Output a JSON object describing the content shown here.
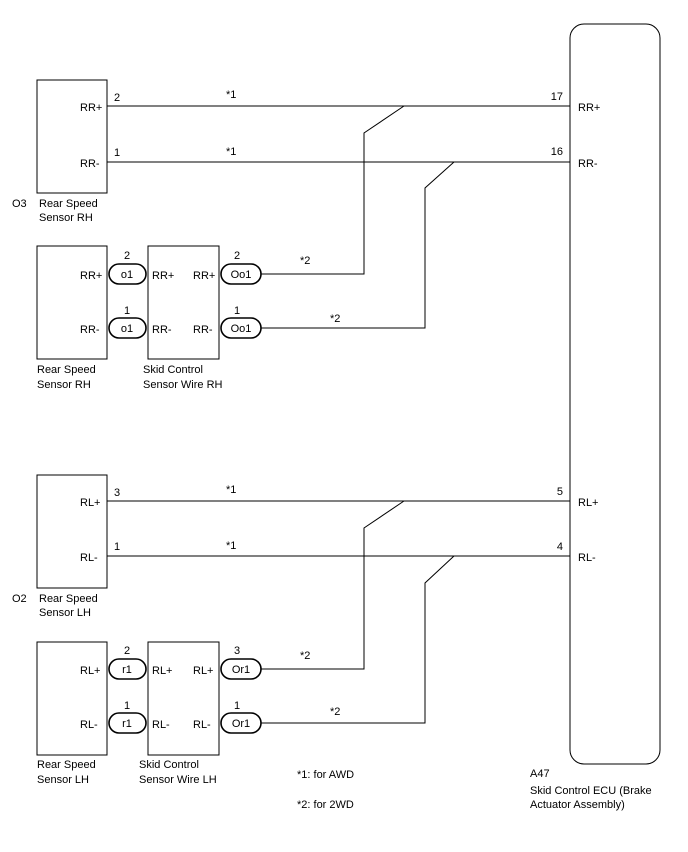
{
  "ecu": {
    "code": "A47",
    "name_line1": "Skid Control ECU (Brake",
    "name_line2": "Actuator Assembly)",
    "pins": {
      "rr_plus": {
        "num": "17",
        "label": "RR+"
      },
      "rr_minus": {
        "num": "16",
        "label": "RR-"
      },
      "rl_plus": {
        "num": "5",
        "label": "RL+"
      },
      "rl_minus": {
        "num": "4",
        "label": "RL-"
      }
    }
  },
  "sensor_o3": {
    "code": "O3",
    "name_line1": "Rear Speed",
    "name_line2": "Sensor RH",
    "pin_plus": {
      "label": "RR+",
      "num": "2"
    },
    "pin_minus": {
      "label": "RR-",
      "num": "1"
    }
  },
  "sensor_rh_2wd": {
    "name_line1": "Rear Speed",
    "name_line2": "Sensor RH",
    "pin_plus": "RR+",
    "pin_minus": "RR-"
  },
  "wire_rh": {
    "name_line1": "Skid Control",
    "name_line2": "Sensor Wire RH",
    "left_plus": "RR+",
    "left_minus": "RR-",
    "right_plus": "RR+",
    "right_minus": "RR-"
  },
  "conn_o1": {
    "label": "o1",
    "pin_plus": "2",
    "pin_minus": "1"
  },
  "conn_oo1": {
    "label": "Oo1",
    "pin_plus": "2",
    "pin_minus": "1"
  },
  "sensor_o2": {
    "code": "O2",
    "name_line1": "Rear Speed",
    "name_line2": "Sensor LH",
    "pin_plus": {
      "label": "RL+",
      "num": "3"
    },
    "pin_minus": {
      "label": "RL-",
      "num": "1"
    }
  },
  "sensor_lh_2wd": {
    "name_line1": "Rear Speed",
    "name_line2": "Sensor LH",
    "pin_plus": "RL+",
    "pin_minus": "RL-"
  },
  "wire_lh": {
    "name_line1": "Skid Control",
    "name_line2": "Sensor Wire LH",
    "left_plus": "RL+",
    "left_minus": "RL-",
    "right_plus": "RL+",
    "right_minus": "RL-"
  },
  "conn_r1": {
    "label": "r1",
    "pin_plus": "2",
    "pin_minus": "1"
  },
  "conn_or1": {
    "label": "Or1",
    "pin_plus": "3",
    "pin_minus": "1"
  },
  "marks": {
    "awd": "*1",
    "twowd": "*2"
  },
  "legend": {
    "note1": "*1: for AWD",
    "note2": "*2: for 2WD"
  }
}
